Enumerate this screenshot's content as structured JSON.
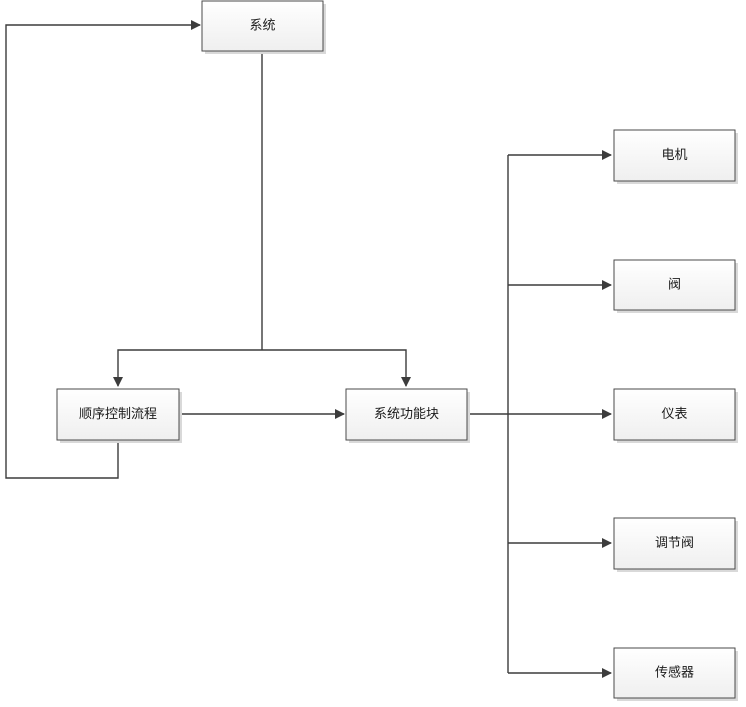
{
  "nodes": {
    "system": "系统",
    "sequence_control": "顺序控制流程",
    "function_block": "系统功能块",
    "motor": "电机",
    "valve": "阀",
    "instrument": "仪表",
    "control_valve": "调节阀",
    "sensor": "传感器"
  },
  "style": {
    "box_fill_top": "#ffffff",
    "box_fill_bottom": "#efefef",
    "box_stroke": "#4a4a4a",
    "line_color": "#3c3c3c"
  }
}
